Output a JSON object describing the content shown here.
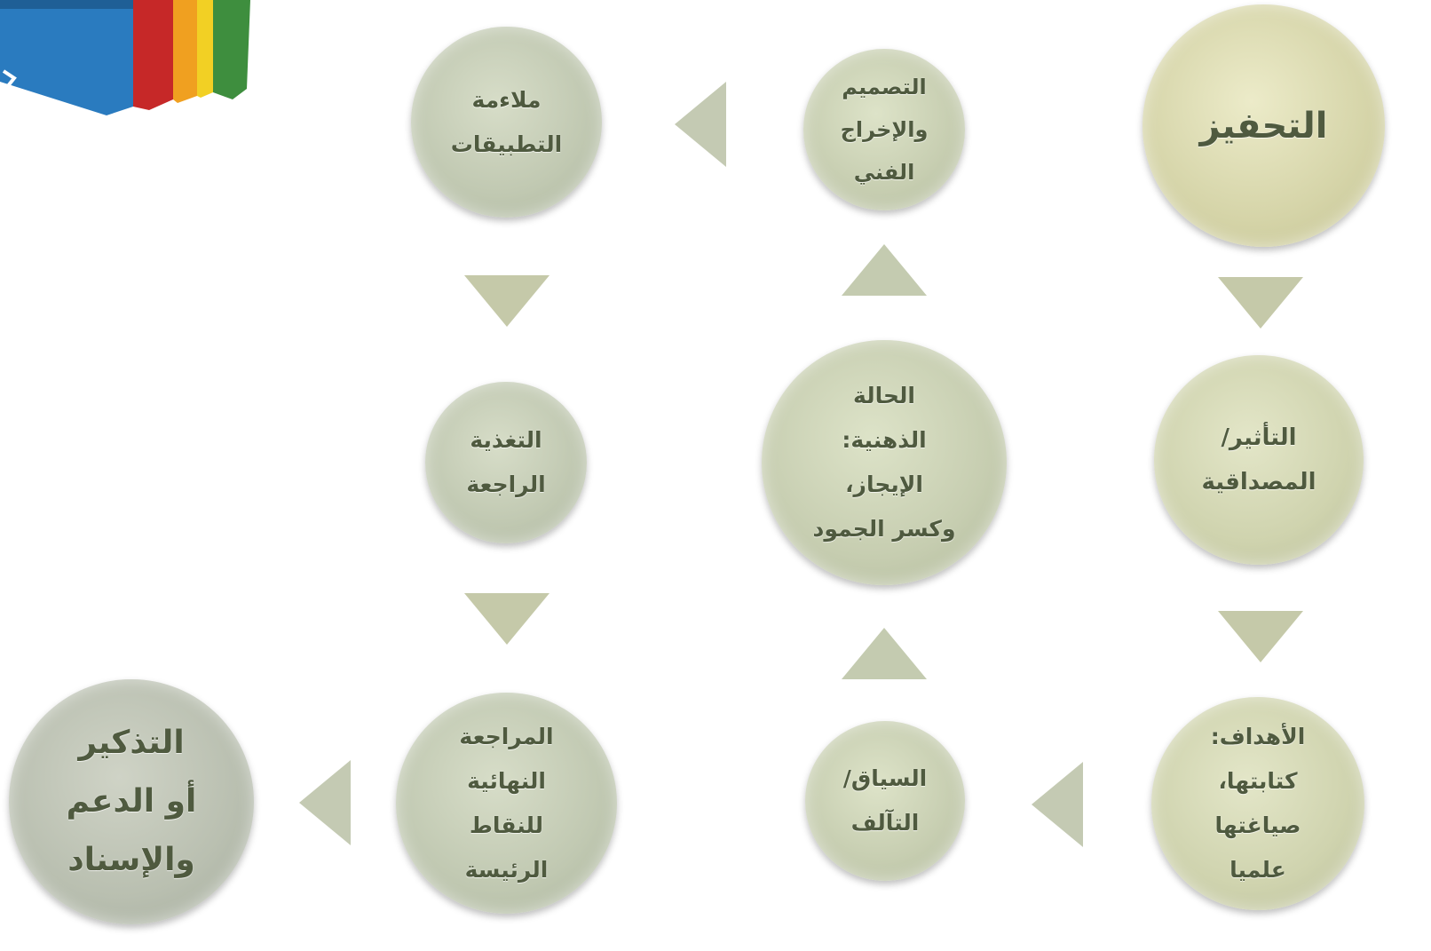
{
  "nodes": {
    "motivation": [
      "التحفيز"
    ],
    "impact": [
      "التأثير/",
      "المصداقية"
    ],
    "objectives": [
      "الأهداف:",
      "كتابتها،",
      "صياغتها",
      "علميا"
    ],
    "context": [
      "السياق/",
      "التآلف"
    ],
    "mental_state": [
      "الحالة",
      "الذهنية:",
      "الإيجاز،",
      "وكسر الجمود"
    ],
    "design": [
      "التصميم",
      "والإخراج",
      "الفني"
    ],
    "applications": [
      "ملاءمة",
      "التطبيقات"
    ],
    "feedback": [
      "التغذية",
      "الراجعة"
    ],
    "final_review": [
      "المراجعة",
      "النهائية",
      "للنقاط",
      "الرئيسة"
    ],
    "reminder": [
      "التذكير",
      "أو الدعم",
      "والإسناد"
    ]
  },
  "colors": {
    "text": "#4f5a3f",
    "node_light": "#d5d4a8",
    "node_grey": "#b9bfb0",
    "arrow": "#c4cab0",
    "book_blue": "#2a7bbf",
    "book_red": "#c62828",
    "book_orange": "#f0a020",
    "book_yellow": "#f2d024",
    "book_green": "#3e8e3e"
  },
  "icons": {
    "books": "books-illustration"
  }
}
